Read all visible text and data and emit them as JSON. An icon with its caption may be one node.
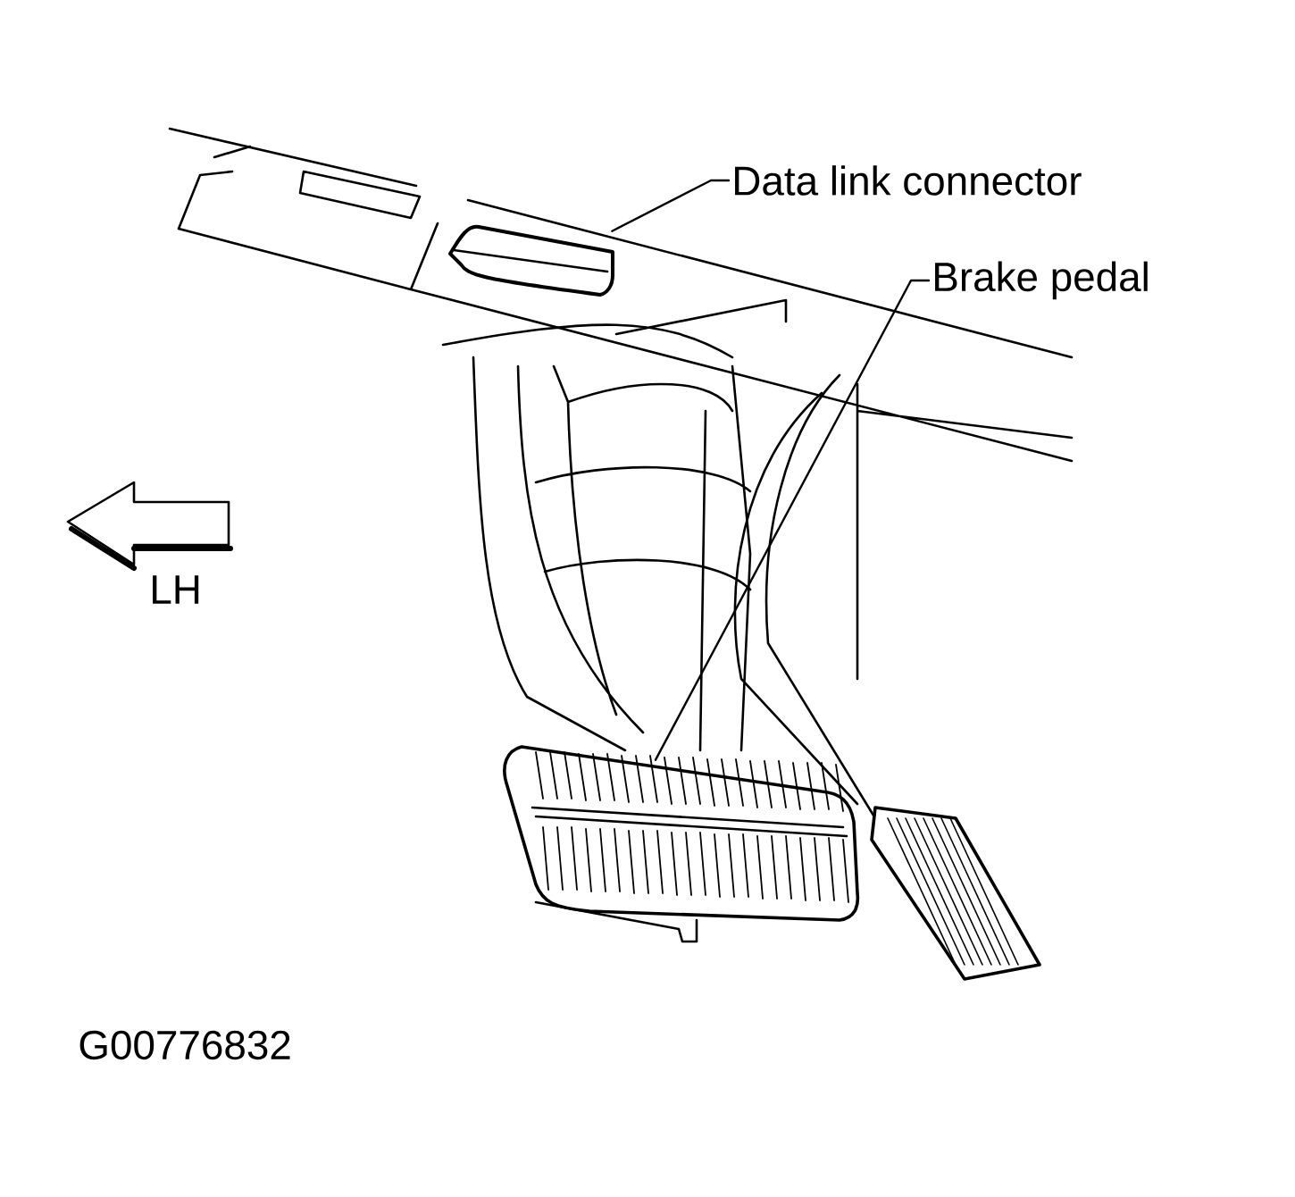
{
  "diagram": {
    "nodes": [
      {
        "text": [
          "Data link connector"
        ]
      },
      {
        "text": [],
        "shape": "picture"
      },
      {
        "text": [
          "Brake pedal"
        ]
      },
      {
        "text": [],
        "shape": "picture"
      }
    ],
    "edges": [
      {
        "from": 0,
        "to": 1,
        "arrow": "none"
      },
      {
        "from": 2,
        "to": 3,
        "arrow": "none"
      }
    ],
    "labels": [
      "LH",
      "G00776832"
    ]
  }
}
